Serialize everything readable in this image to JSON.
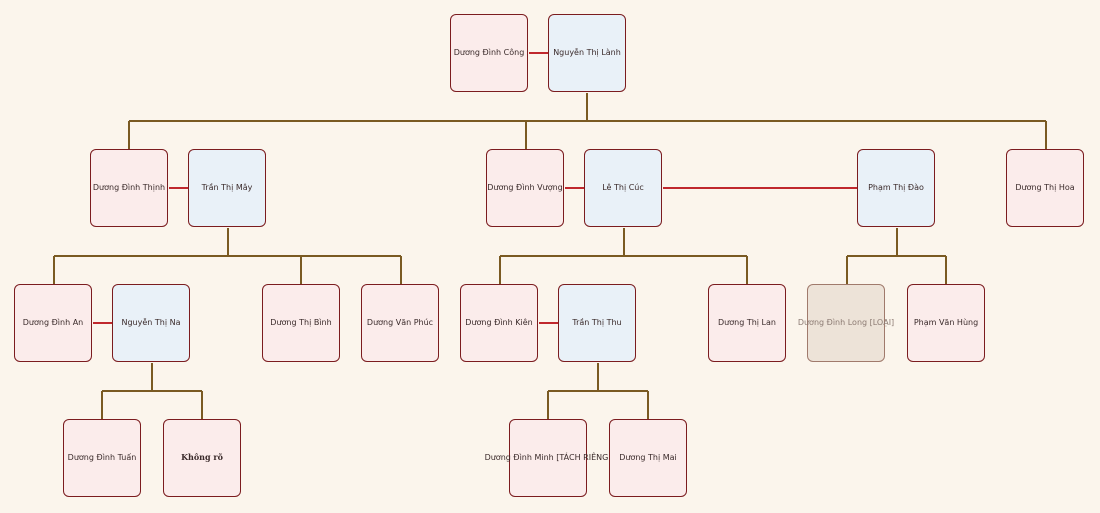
{
  "colors": {
    "background": "#fbf5ec",
    "blood_node": "#fbeceb",
    "spouse_node": "#e9f1f8",
    "removed_node": "#ede3d8",
    "border": "#7b1c1f",
    "child_line": "#7a5a22",
    "spouse_line": "#c0282d"
  },
  "people": {
    "duong_dinh_cong": "Dương Đình Công",
    "nguyen_thi_lanh": "Nguyễn Thị Lành",
    "duong_dinh_thinh": "Dương Đình Thịnh",
    "tran_thi_may": "Trần Thị Mây",
    "duong_dinh_vuong": "Dương Đình Vượng",
    "le_thi_cuc": "Lê Thị Cúc",
    "pham_thi_dao": "Phạm Thị Đào",
    "duong_thi_hoa": "Dương Thị Hoa",
    "duong_dinh_an": "Dương Đình An",
    "nguyen_thi_na": "Nguyễn Thị Na",
    "duong_thi_binh": "Dương Thị Bình",
    "duong_van_phuc": "Dương Văn Phúc",
    "duong_dinh_kien": "Dương Đình Kiên",
    "tran_thi_thu": "Trần Thị Thu",
    "duong_thi_lan": "Dương Thị Lan",
    "duong_dinh_long": "Dương Đình Long [LOẠI]",
    "pham_van_hung": "Phạm Văn Hùng",
    "duong_dinh_tuan": "Dương Đình Tuấn",
    "khong_ro": "Không rõ",
    "duong_dinh_minh": "Dương Đình Minh [TÁCH RIÊNG]",
    "duong_thi_mai": "Dương Thị Mai"
  }
}
